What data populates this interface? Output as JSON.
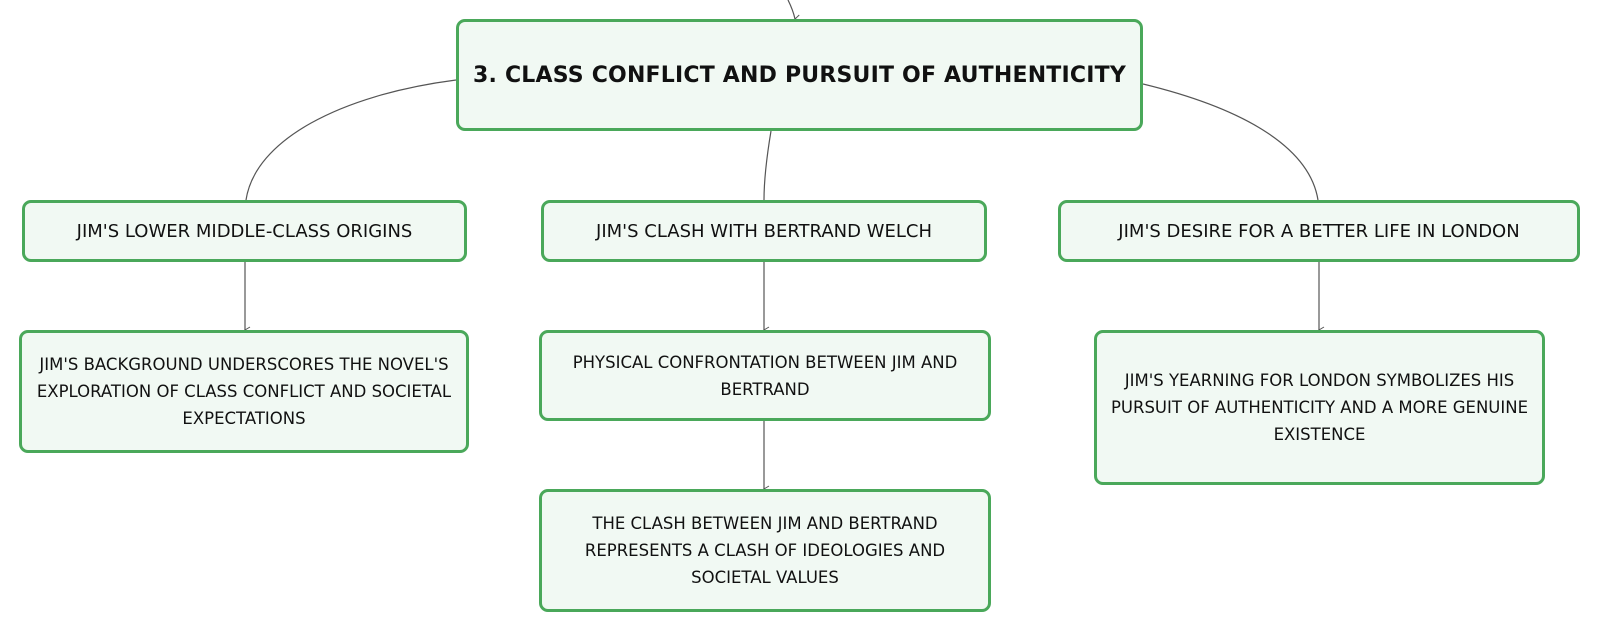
{
  "colors": {
    "node_border": "#4aa85a",
    "node_fill": "#f1f9f3",
    "connector": "#555555",
    "text": "#111111"
  },
  "root": {
    "label": "3. CLASS CONFLICT AND PURSUIT OF AUTHENTICITY"
  },
  "branches": [
    {
      "label": "JIM'S LOWER MIDDLE-CLASS ORIGINS",
      "children": [
        {
          "label": "JIM'S BACKGROUND UNDERSCORES THE NOVEL'S EXPLORATION OF CLASS CONFLICT AND SOCIETAL EXPECTATIONS"
        }
      ]
    },
    {
      "label": "JIM'S CLASH WITH BERTRAND WELCH",
      "children": [
        {
          "label": "PHYSICAL CONFRONTATION BETWEEN JIM AND BERTRAND"
        },
        {
          "label": "THE CLASH BETWEEN JIM AND BERTRAND REPRESENTS A CLASH OF IDEOLOGIES AND SOCIETAL VALUES"
        }
      ]
    },
    {
      "label": "JIM'S DESIRE FOR A BETTER LIFE IN LONDON",
      "children": [
        {
          "label": "JIM'S YEARNING FOR LONDON SYMBOLIZES HIS PURSUIT OF AUTHENTICITY AND A MORE GENUINE EXISTENCE"
        }
      ]
    }
  ]
}
